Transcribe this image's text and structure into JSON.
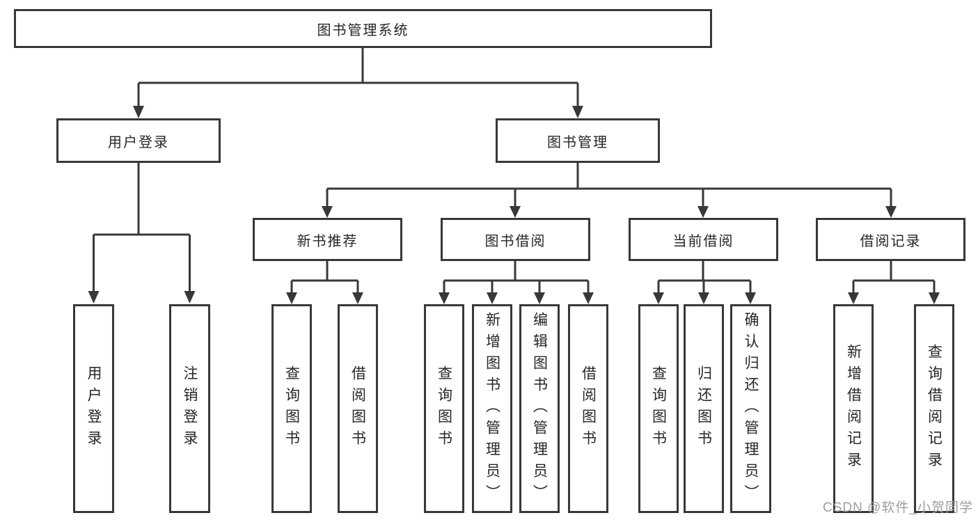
{
  "diagram": {
    "root": {
      "label": "图书管理系统"
    },
    "branches": [
      {
        "label": "用户登录",
        "children": [
          {
            "label": "用户登录"
          },
          {
            "label": "注销登录"
          }
        ]
      },
      {
        "label": "图书管理",
        "children": [
          {
            "label": "新书推荐",
            "children": [
              {
                "label": "查询图书"
              },
              {
                "label": "借阅图书"
              }
            ]
          },
          {
            "label": "图书借阅",
            "children": [
              {
                "label": "查询图书"
              },
              {
                "label": "新增图书（管理员）"
              },
              {
                "label": "编辑图书（管理员）"
              },
              {
                "label": "借阅图书"
              }
            ]
          },
          {
            "label": "当前借阅",
            "children": [
              {
                "label": "查询图书"
              },
              {
                "label": "归还图书"
              },
              {
                "label": "确认归还（管理员）"
              }
            ]
          },
          {
            "label": "借阅记录",
            "children": [
              {
                "label": "新增借阅记录"
              },
              {
                "label": "查询借阅记录"
              }
            ]
          }
        ]
      }
    ]
  },
  "watermark": {
    "text": "CSDN @软件_小贺同学",
    "color": "#9d9d9d"
  },
  "colors": {
    "line": "#383838",
    "box_border": "#383838",
    "text": "#262626",
    "background": "#ffffff"
  }
}
